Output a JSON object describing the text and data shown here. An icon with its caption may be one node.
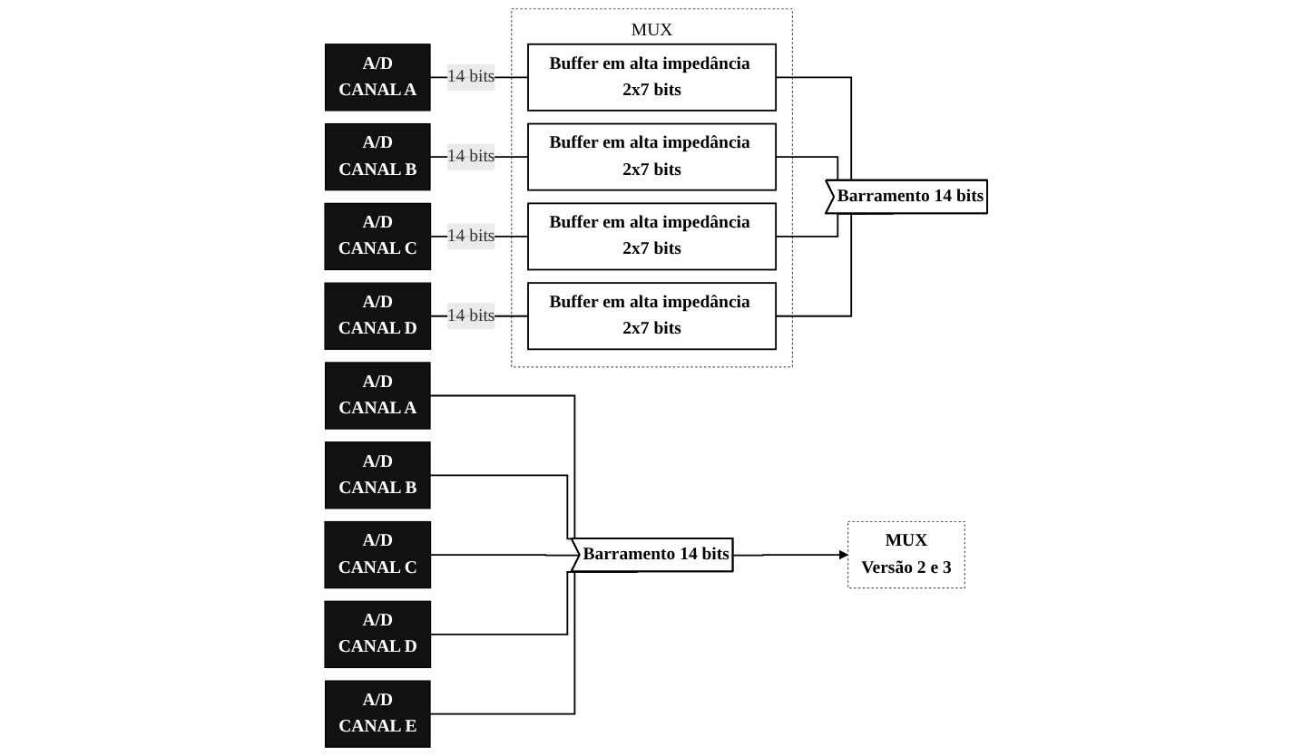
{
  "diagram": {
    "nodes": [
      {
        "text": [
          "MUX"
        ]
      },
      {
        "text": [
          "A/D",
          "CANAL A"
        ]
      },
      {
        "text": [
          "A/D",
          "CANAL B"
        ]
      },
      {
        "text": [
          "A/D",
          "CANAL C"
        ]
      },
      {
        "text": [
          "A/D",
          "CANAL D"
        ]
      },
      {
        "text": [
          "Buffer em alta impedância 2x7 bits"
        ],
        "in": 0
      },
      {
        "text": [
          "Buffer em alta impedância 2x7 bits"
        ],
        "in": 0
      },
      {
        "text": [
          "Buffer em alta impedância 2x7 bits"
        ],
        "in": 0
      },
      {
        "text": [
          "Buffer em alta impedância 2x7 bits"
        ],
        "in": 0
      },
      {
        "text": [
          "Barramento 14 bits"
        ]
      },
      {
        "text": [
          "A/D",
          "CANAL A"
        ]
      },
      {
        "text": [
          "A/D",
          "CANAL B"
        ]
      },
      {
        "text": [
          "A/D",
          "CANAL C"
        ]
      },
      {
        "text": [
          "A/D",
          "CANAL D"
        ]
      },
      {
        "text": [
          "A/D",
          "CANAL E"
        ]
      },
      {
        "text": [
          "Barramento 14 bits"
        ]
      },
      {
        "text": [
          "MUX",
          "Versão 2 e 3"
        ]
      }
    ],
    "edges": [
      {
        "from": 1,
        "to": 5,
        "arrow": "none",
        "label": "14 bits"
      },
      {
        "from": 2,
        "to": 6,
        "arrow": "none",
        "label": "14 bits"
      },
      {
        "from": 3,
        "to": 7,
        "arrow": "none",
        "label": "14 bits"
      },
      {
        "from": 4,
        "to": 8,
        "arrow": "none",
        "label": "14 bits"
      },
      {
        "from": 5,
        "to": 9,
        "arrow": "none"
      },
      {
        "from": 6,
        "to": 9,
        "arrow": "none"
      },
      {
        "from": 7,
        "to": 9,
        "arrow": "none"
      },
      {
        "from": 8,
        "to": 9,
        "arrow": "none"
      },
      {
        "from": 10,
        "to": 15,
        "arrow": "none"
      },
      {
        "from": 11,
        "to": 15,
        "arrow": "none"
      },
      {
        "from": 12,
        "to": 15,
        "arrow": "none"
      },
      {
        "from": 13,
        "to": 15,
        "arrow": "none"
      },
      {
        "from": 14,
        "to": 15,
        "arrow": "none"
      },
      {
        "from": 15,
        "to": 16,
        "arrow": "to"
      }
    ]
  }
}
